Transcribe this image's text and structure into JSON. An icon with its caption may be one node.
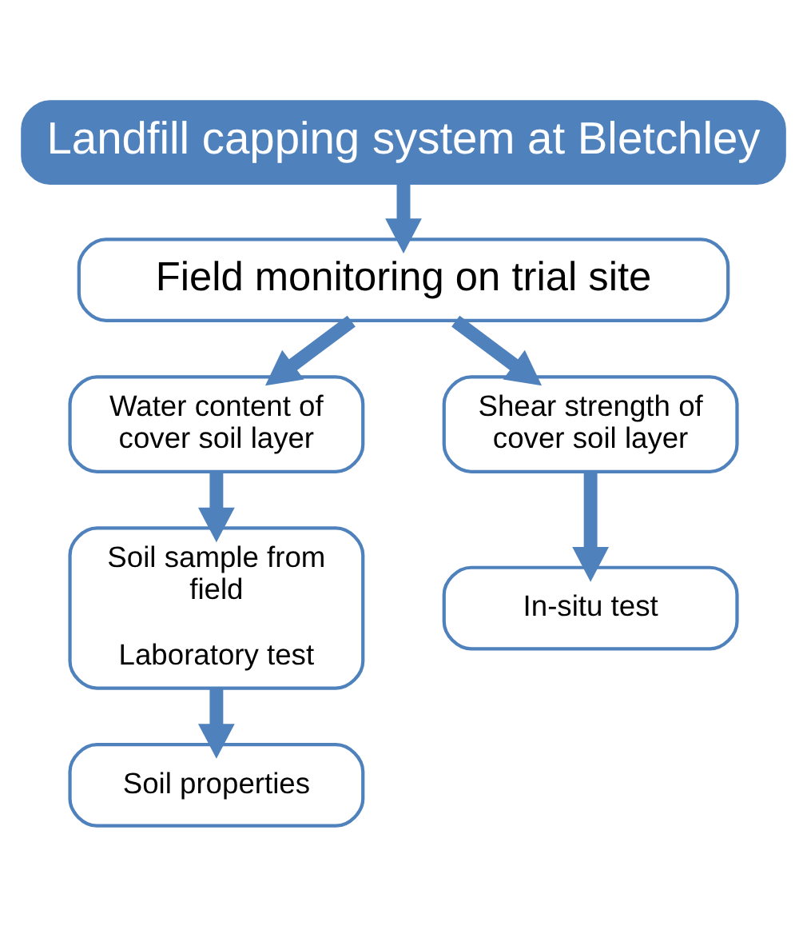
{
  "diagram": {
    "nodes": [
      {
        "text": [
          "Landfill capping system at Bletchley"
        ]
      },
      {
        "text": [
          "Field monitoring on trial site"
        ]
      },
      {
        "text": [
          "Water content of cover soil layer"
        ]
      },
      {
        "text": [
          "Shear strength of cover soil layer"
        ]
      },
      {
        "text": [
          "Soil sample from field",
          "Laboratory test"
        ]
      },
      {
        "text": [
          "In-situ test"
        ]
      },
      {
        "text": [
          "Soil properties"
        ]
      }
    ],
    "edges": [
      {
        "from": 0,
        "to": 1,
        "arrow": "to"
      },
      {
        "from": 1,
        "to": 2,
        "arrow": "to"
      },
      {
        "from": 1,
        "to": 3,
        "arrow": "to"
      },
      {
        "from": 2,
        "to": 4,
        "arrow": "to"
      },
      {
        "from": 3,
        "to": 5,
        "arrow": "to"
      },
      {
        "from": 4,
        "to": 6,
        "arrow": "to"
      }
    ]
  }
}
